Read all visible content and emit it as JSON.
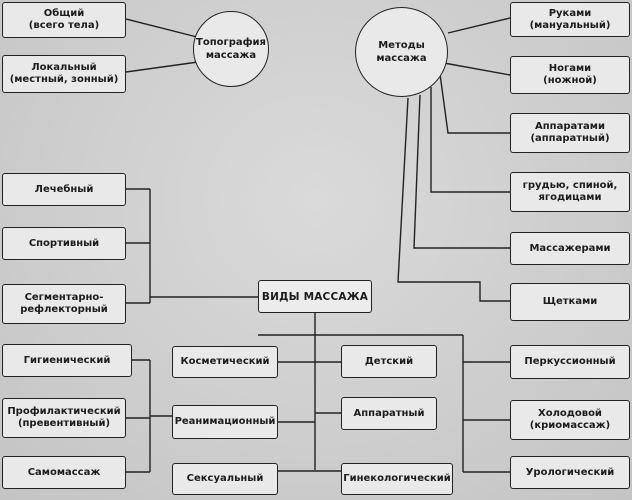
{
  "diagram": {
    "center": "ВИДЫ МАССАЖА",
    "topography": {
      "title": "Топография\nмассажа",
      "items": [
        "Общий\n(всего тела)",
        "Локальный\n(местный, зонный)"
      ]
    },
    "methods": {
      "title": "Методы\nмассажа",
      "items": [
        "Руками\n(мануальный)",
        "Ногами\n(ножной)",
        "Аппаратами\n(аппаратный)",
        "грудью, спиной,\nягодицами",
        "Массажерами",
        "Щетками"
      ]
    },
    "left_column": [
      "Лечебный",
      "Спортивный",
      "Сегментарно-\nрефлекторный",
      "Гигиенический",
      "Профилактический\n(превентивный)",
      "Самомассаж"
    ],
    "middle_left": [
      "Косметический",
      "Реанимационный",
      "Сексуальный"
    ],
    "middle_right": [
      "Детский",
      "Аппаратный",
      "Гинекологический"
    ],
    "right_column": [
      "Перкуссионный",
      "Холодовой\n(криомассаж)",
      "Урологический"
    ]
  }
}
